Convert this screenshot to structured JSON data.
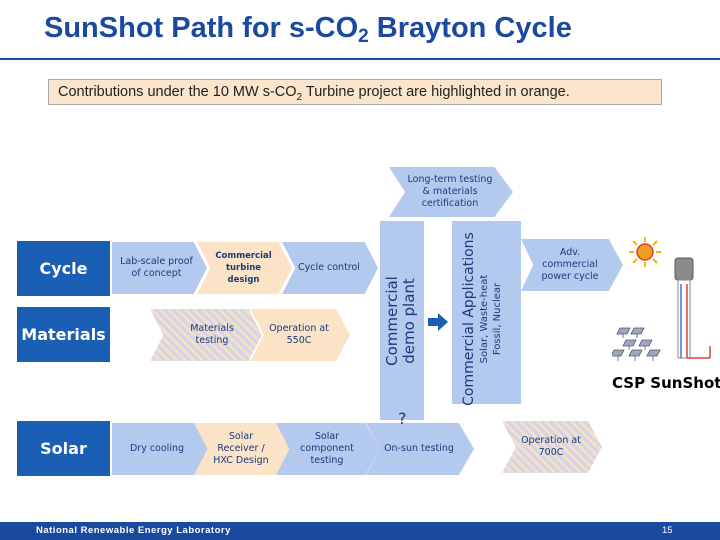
{
  "title": {
    "main": "SunShot Path for s-CO",
    "sub": "2",
    "tail": " Brayton Cycle"
  },
  "note": {
    "pre": "Contributions under the 10 MW s-CO",
    "sub": "2",
    "post": " Turbine project are highlighted in orange."
  },
  "rows": {
    "cycle": "Cycle",
    "materials": "Materials",
    "solar": "Solar"
  },
  "steps": {
    "lab_scale": "Lab-scale proof of concept",
    "commercial_turbine": "Commercial turbine design",
    "cycle_control": "Cycle control",
    "materials_testing": "Materials testing",
    "operation_550": "Operation at 550C",
    "dry_cooling": "Dry cooling",
    "solar_receiver": "Solar Receiver / HXC Design",
    "solar_component": "Solar component testing",
    "on_sun": "On-sun testing",
    "operation_700": "Operation at 700C",
    "long_term": "Long-term testing & materials certification",
    "adv_commercial": "Adv. commercial power cycle"
  },
  "demo_plant": {
    "line1": "Commercial",
    "line2": "demo plant"
  },
  "commercial_apps": {
    "title": "Commercial Applications",
    "line1": "Solar, Waste-heat",
    "line2": "Fossil, Nuclear"
  },
  "question_mark": "?",
  "csp_label": "CSP SunShot",
  "footer": {
    "lab": "National Renewable Energy Laboratory",
    "page": "15"
  },
  "colors": {
    "brand_blue": "#1a4aa0",
    "row_blue": "#1a5fb4",
    "step_blue": "#b4c9ee",
    "highlight_orange": "#fbe3c8"
  }
}
